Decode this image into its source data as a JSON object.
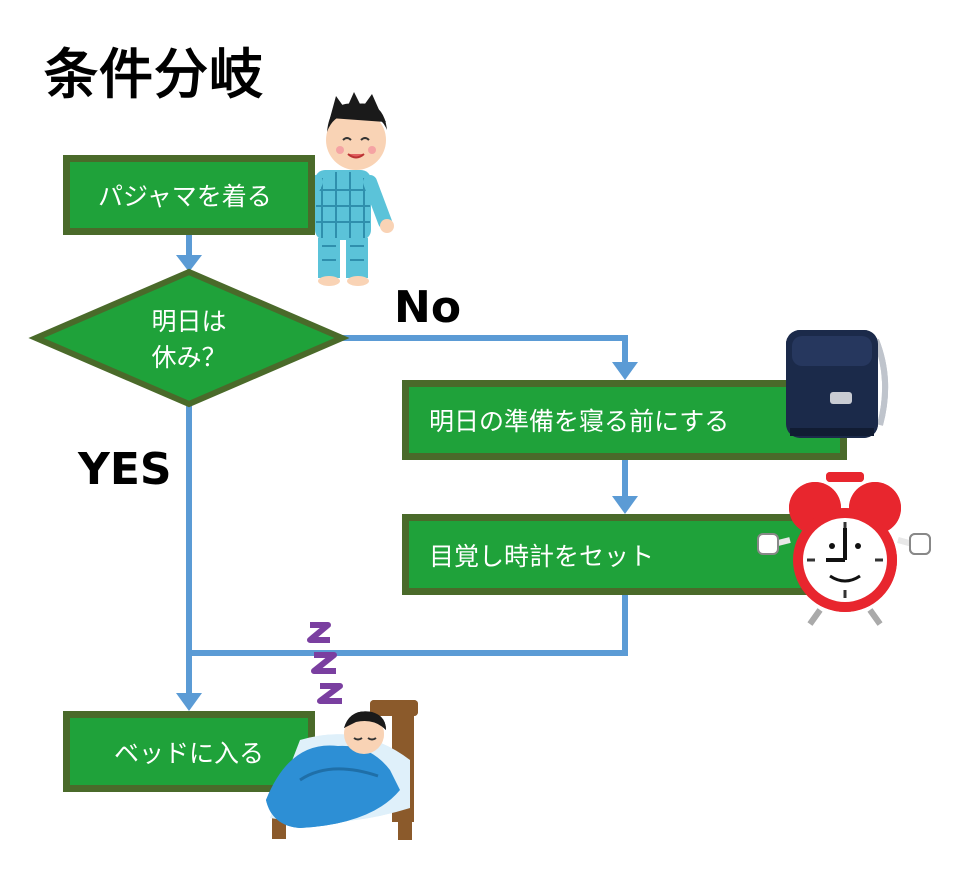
{
  "title": "条件分岐",
  "steps": {
    "pajama": "パジャマを着る",
    "decision_line1": "明日は",
    "decision_line2": "休み？",
    "prepare": "明日の準備を寝る前にする",
    "alarm": "目覚し時計をセット",
    "bed": "ベッドに入る"
  },
  "branches": {
    "no": "No",
    "yes": "YES"
  },
  "icons": {
    "boy": "boy-in-pajamas-icon",
    "backpack": "school-backpack-icon",
    "clock": "alarm-clock-icon",
    "sleep": "sleeping-boy-in-bed-icon",
    "zzz": "zzz-icon"
  },
  "colors": {
    "box_fill": "#1fa23a",
    "box_border": "#4a6a2a",
    "arrow": "#5b9bd5",
    "zzz": "#7a3fa0",
    "clock_red": "#e8262e",
    "backpack": "#1b2a4a"
  }
}
